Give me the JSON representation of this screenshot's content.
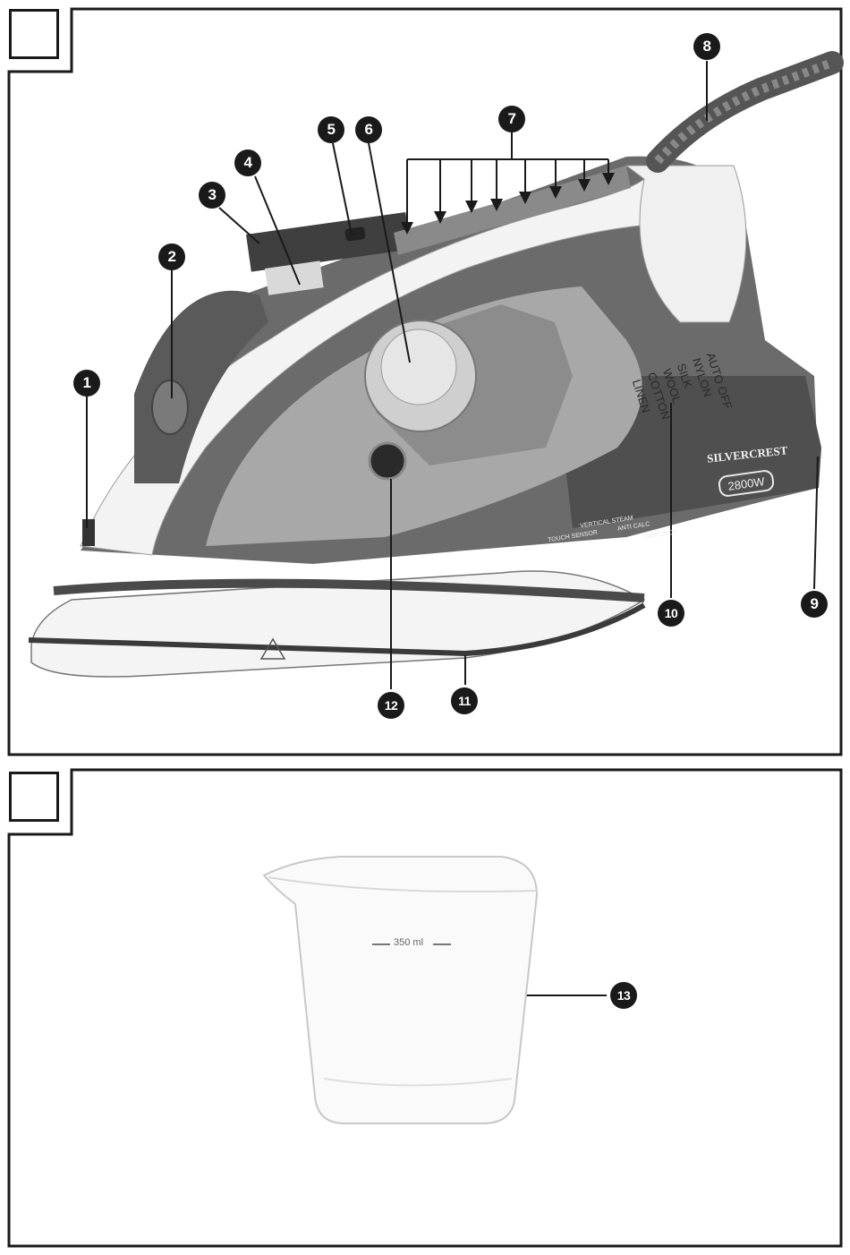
{
  "figure_a": {
    "callouts": [
      "1",
      "2",
      "3",
      "4",
      "5",
      "6",
      "7",
      "8",
      "9",
      "10",
      "11",
      "12",
      "13"
    ],
    "fabric_labels": [
      "LINEN",
      "COTTON",
      "WOOL",
      "SILK",
      "NYLON",
      "AUTO OFF"
    ],
    "brand": "SILVERCREST",
    "wattage": "2800W",
    "features": [
      "TOUCH SENSOR",
      "VERTICAL STEAM",
      "ANTI CALC",
      "DRIP STOP"
    ]
  },
  "figure_b": {
    "jug_capacity": "350 ml"
  },
  "colors": {
    "ink": "#1a1a1a",
    "iron_dark": "#6b6b6b",
    "iron_mid": "#a8a8a8",
    "iron_light": "#d9d9d9"
  }
}
